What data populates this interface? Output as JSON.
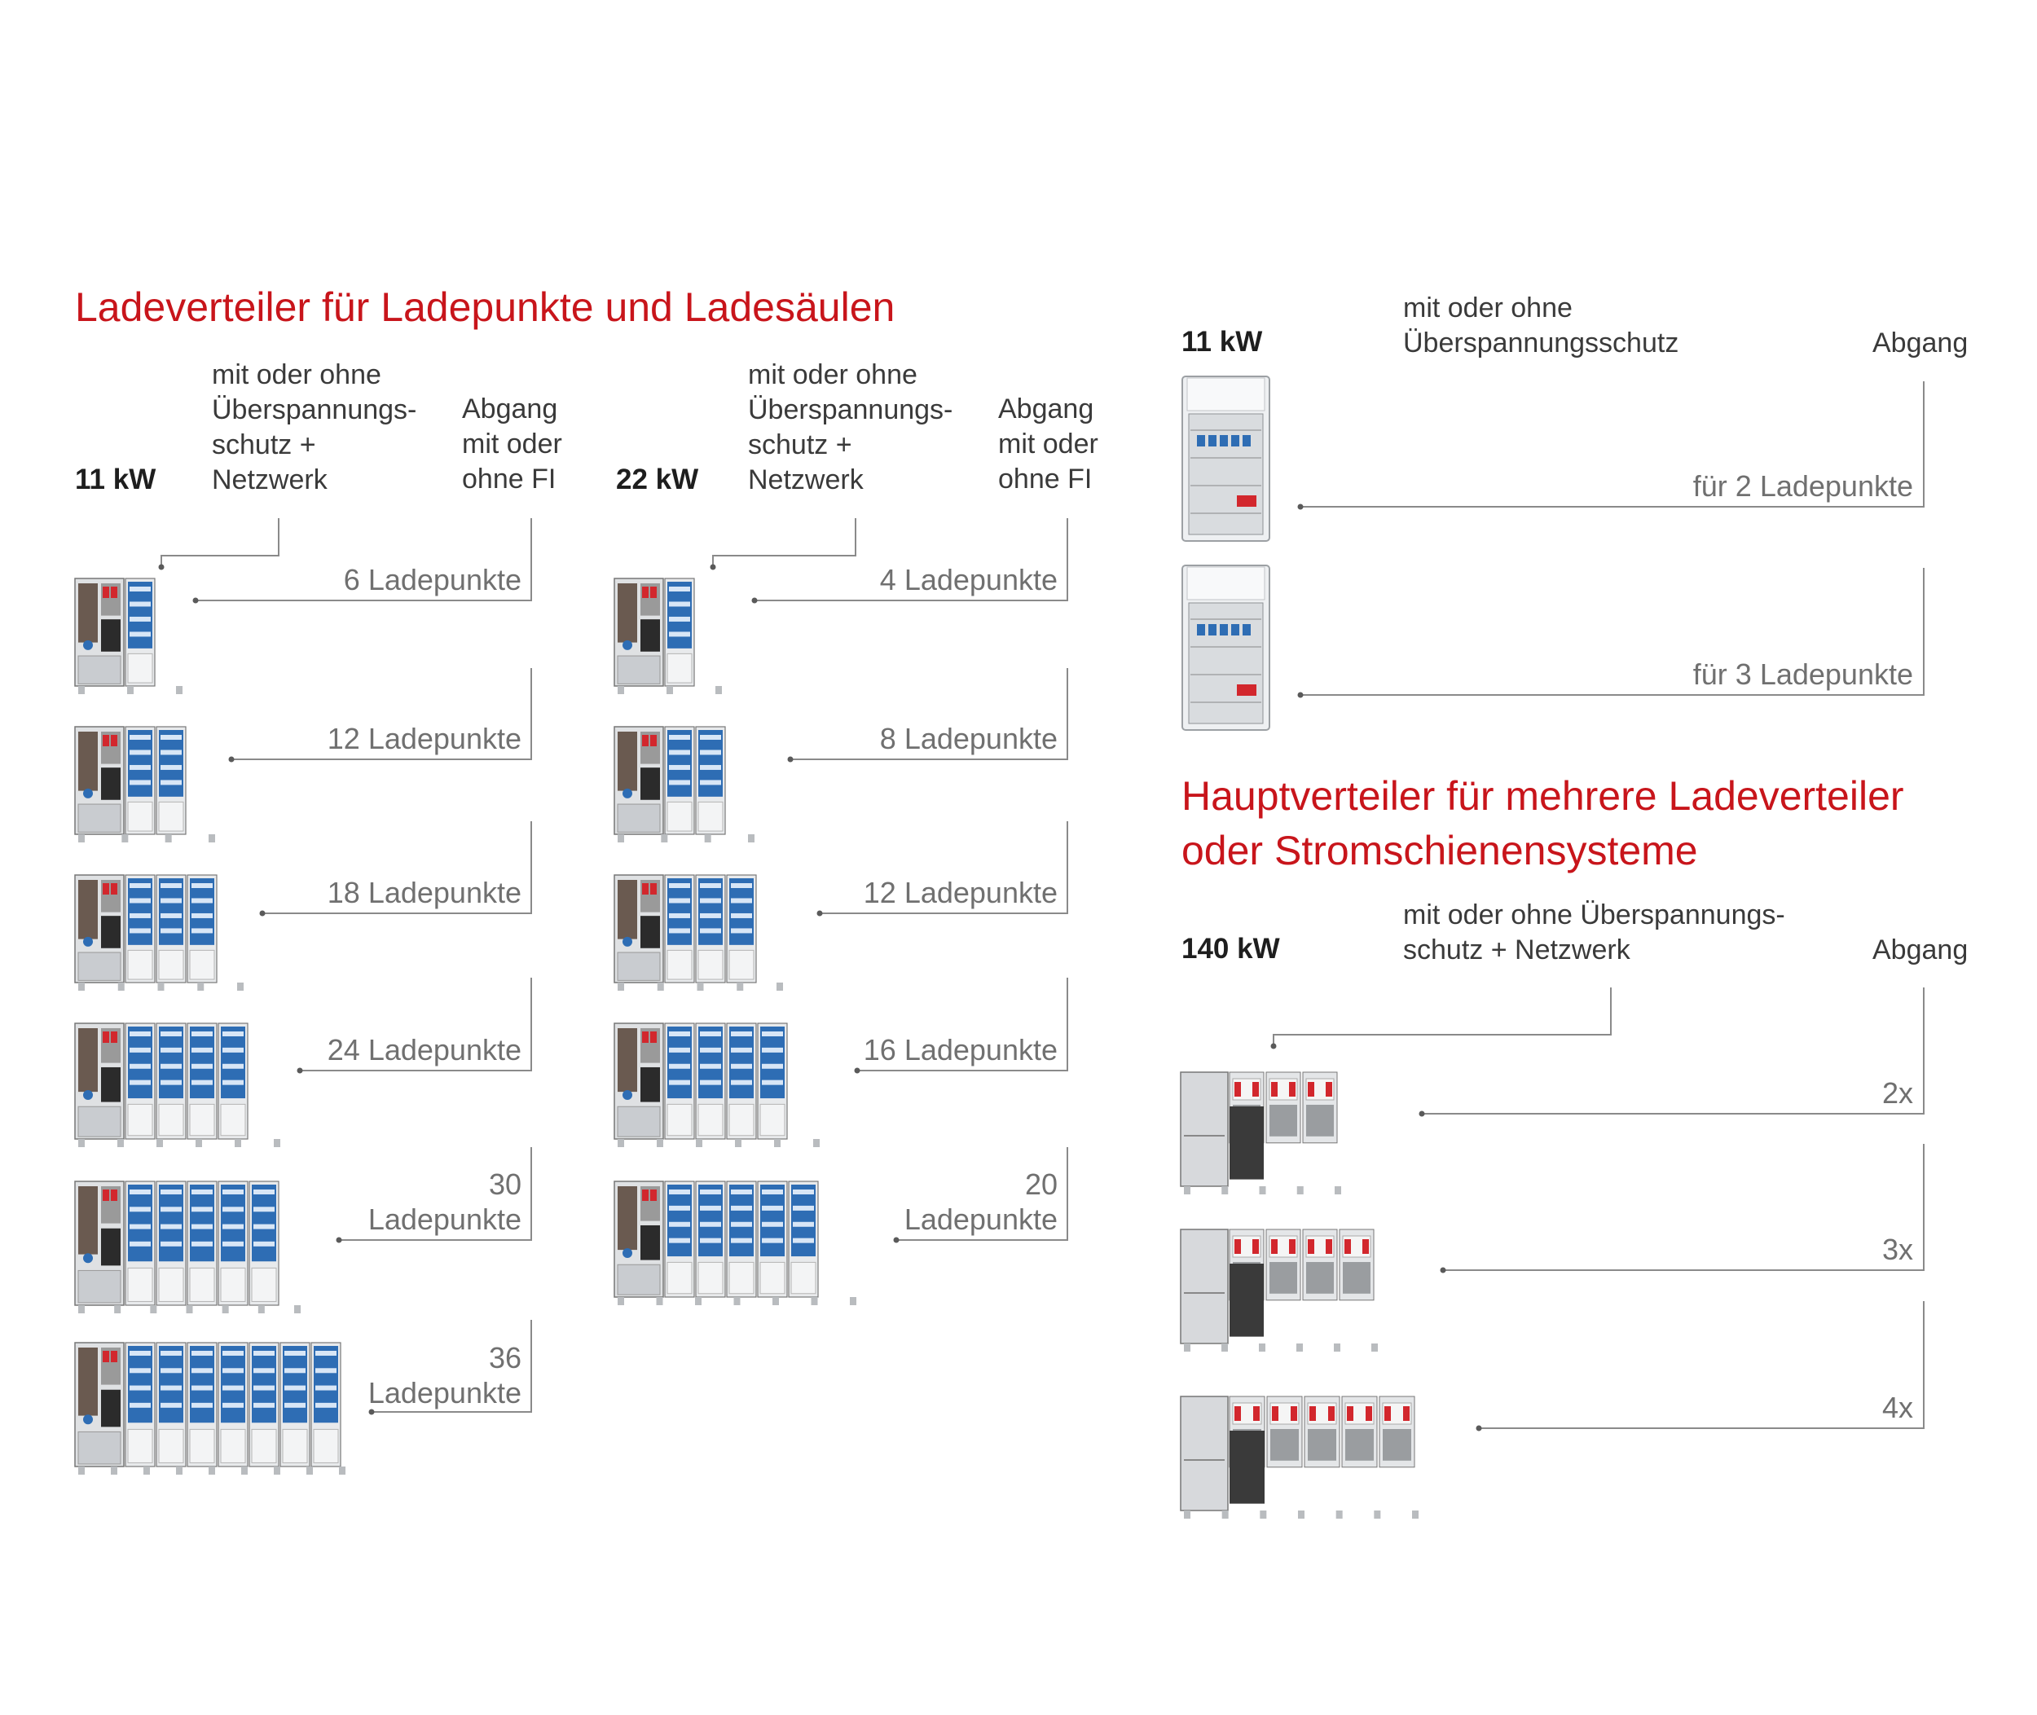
{
  "left_section": {
    "title": "Ladeverteiler für Ladepunkte und Ladesäulen",
    "group_11kw": {
      "power": "11 kW",
      "header_protection": "mit oder ohne\nÜberspannungs-\nschutz +\nNetzwerk",
      "header_outlet": "Abgang\nmit oder\nohne FI",
      "items": [
        "6 Ladepunkte",
        "12 Ladepunkte",
        "18 Ladepunkte",
        "24 Ladepunkte",
        "30\nLadepunkte",
        "36\nLadepunkte"
      ]
    },
    "group_22kw": {
      "power": "22 kW",
      "header_protection": "mit oder ohne\nÜberspannungs-\nschutz +\nNetzwerk",
      "header_outlet": "Abgang\nmit oder\nohne FI",
      "items": [
        "4 Ladepunkte",
        "8 Ladepunkte",
        "12 Ladepunkte",
        "16 Ladepunkte",
        "20\nLadepunkte"
      ]
    }
  },
  "right_top": {
    "power": "11 kW",
    "header_protection": "mit oder ohne\nÜberspannungsschutz",
    "header_outlet": "Abgang",
    "items": [
      "für 2 Ladepunkte",
      "für 3 Ladepunkte"
    ]
  },
  "right_bottom": {
    "title_line1": "Hauptverteiler für mehrere Ladeverteiler",
    "title_line2": "oder Stromschienensysteme",
    "power": "140 kW",
    "header_protection": "mit oder ohne Überspannungs-\nschutz + Netzwerk",
    "header_outlet": "Abgang",
    "items": [
      "2x",
      "3x",
      "4x"
    ]
  },
  "colors": {
    "title_red": "#c8151b",
    "module_blue": "#2e6db4",
    "fuse_red": "#d2272d",
    "line_gray": "#8a8a8a",
    "cabinet_gray": "#c9ccd0"
  }
}
